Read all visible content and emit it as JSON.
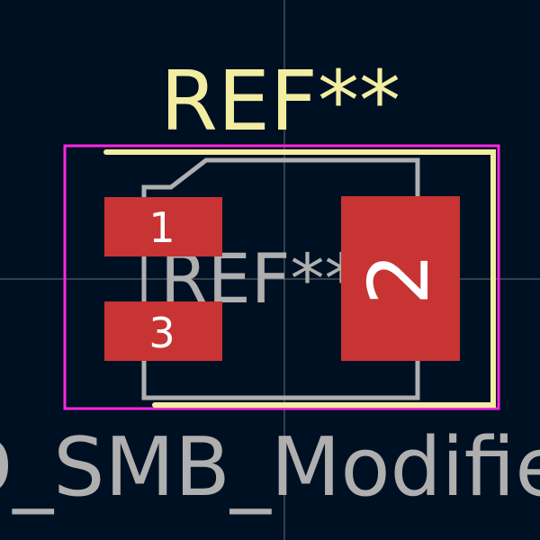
{
  "footprint": {
    "ref_top": "REF**",
    "ref_fab": "REF**",
    "value_label": "D_SMB_Modified",
    "pads": [
      {
        "number": "1",
        "shape": "rect"
      },
      {
        "number": "3",
        "shape": "rect"
      },
      {
        "number": "2",
        "shape": "rect"
      }
    ]
  },
  "colors": {
    "background": "#001023",
    "silkscreen": "#F2EDA1",
    "courtyard": "#FF26E2",
    "fabrication": "#AFAFAF",
    "pad": "#C83434",
    "pad_text": "#FFFFFF",
    "crosshair": "#848484"
  }
}
